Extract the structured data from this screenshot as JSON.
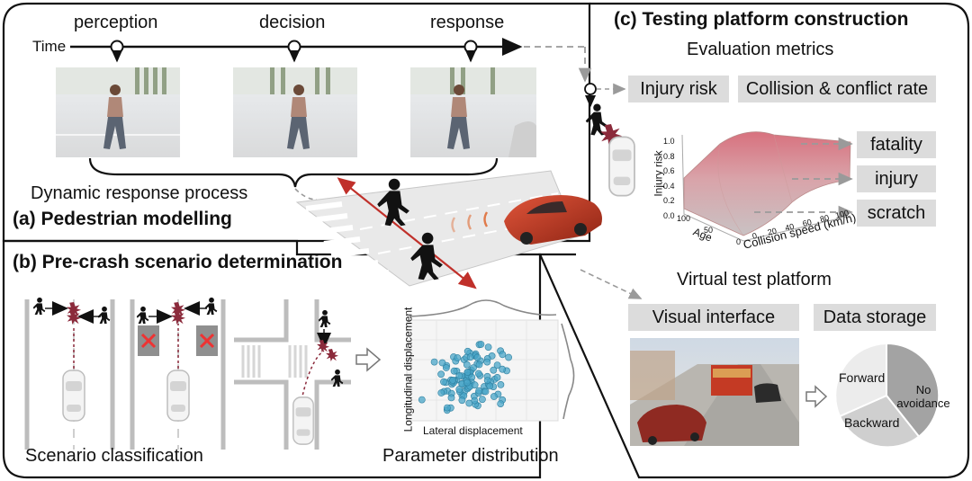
{
  "colors": {
    "panel_border": "#111111",
    "tag_fill": "#dcdcdc",
    "arrow_red": "#c0302a",
    "car_red": "#b8321f",
    "scatter_blue": "#4aa6c8",
    "dashed_gray": "#9a9a9a"
  },
  "panel_a": {
    "time_label": "Time",
    "stage_labels": [
      "perception",
      "decision",
      "response"
    ],
    "process_label": "Dynamic response process",
    "title": "(a) Pedestrian modelling"
  },
  "panel_b": {
    "title": "(b) Pre-crash scenario determination",
    "classification_label": "Scenario classification",
    "distribution_label": "Parameter distribution",
    "x_axis_label": "Lateral displacement",
    "y_axis_label": "Longitudinal displacement"
  },
  "panel_c": {
    "title": "(c) Testing platform construction",
    "metrics_heading": "Evaluation metrics",
    "metric_tags": [
      "Injury risk",
      "Collision & conflict rate"
    ],
    "surface_plot": {
      "z_label": "Injury risk",
      "age_label": "Age",
      "speed_label": "Collision speed (km/h)",
      "z_ticks": [
        "1.0",
        "0.8",
        "0.6",
        "0.4",
        "0.2",
        "0.0"
      ],
      "age_ticks": [
        "100",
        "50",
        "0"
      ],
      "speed_ticks": [
        "0",
        "20",
        "40",
        "60",
        "80",
        "100"
      ]
    },
    "outcome_tags": [
      "fatality",
      "injury",
      "scratch"
    ],
    "platform_heading": "Virtual test platform",
    "platform_tags": [
      "Visual interface",
      "Data storage"
    ],
    "pie_labels": [
      "Forward",
      "No avoidance",
      "Backward"
    ]
  },
  "icons": [
    "pedestrian-icon",
    "car-icon",
    "collision-burst-icon",
    "no-entry-icon",
    "hollow-arrow-icon"
  ]
}
